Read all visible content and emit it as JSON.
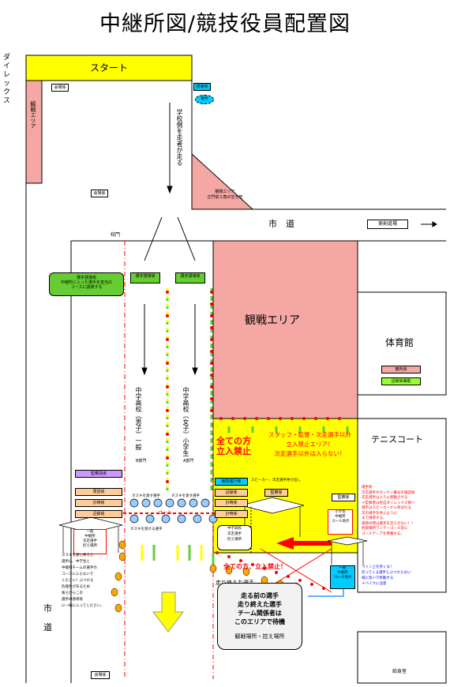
{
  "title": "中継所図/競技役員配置図",
  "side_label": "ダイレックス",
  "start": "スタート",
  "left_watch": "観戦エリア",
  "top_row": {
    "left_box": "会場係",
    "right_box": "誘導係",
    "oval": "審判"
  },
  "school_side_note": "学校側を走者が走る",
  "left_mid_box": "会場係",
  "triangle_label": "観戦エリア\n正門前三角の空き地",
  "city_road_top": "市　道",
  "right_top_box": "美剣道場",
  "school_gate": "校門",
  "runner_guide": "選手誘導係\n中継所に入った選手を担当の\nコースに誘導する",
  "guide_a": "選手誘導係",
  "guide_b": "選手誘導係",
  "main_watch": "観戦エリア",
  "gym": "体育館",
  "gym_box1": "審判係",
  "gym_box2": "記録係補助",
  "tennis": "テニスコート",
  "lane_left": "中学高校（男子）一般",
  "lane_right": "中学高校（女子）小学生",
  "lane_left_sub": "B部門",
  "lane_right_sub": "A部門",
  "noentry_big": "全ての方\n立入禁止",
  "yellow_note": "スタッフ・監督・次走選手以外\n立入禁止エリア！\n次走選手以外は入らない！",
  "left_boxes": [
    "監察員係",
    "周回係",
    "計時係",
    "記録係"
  ],
  "right_boxes": [
    "競技進行係",
    "記録係",
    "計時係",
    "計時係"
  ],
  "right_box_side": "監察係",
  "speaker_note": "スピーカー：次走選手呼び出し",
  "tasuki_left": "タスキを渡す選手",
  "tasuki_right": "タスキを渡す選手",
  "tasuki_recv": "タスキを受ける選手",
  "goal": "ゴール",
  "tent_left": "一般\n中継所\n次走選手\n控え場所",
  "tent_right": "中学高校\n次走選手\n控え場所",
  "right_red_box": "監察係",
  "right_red_tent": "小学生\n中継所\nゴール地点",
  "right_tent2": "一般\n中継所\nゴール地点",
  "noentry_small": "全ての方、立入禁止！",
  "finished": "走り終えた選手",
  "left_note": "タスキを渡し終えた\n選手は、中学生と\n中継所チームの選手の\nコースに入らないで\nください！ぶつかる\n危険性があるため\n後ろからこの\n選手の誘導係\nに一緒に入ってください。",
  "red_note": "選手係\n次走選手のゼッケン番号を確認後\n次走選手は入りに移動させる\n＊監察者は各自ダイレックス側へ\n選手はスピーカーから呼ばれる\n次の選手を呼ぶように\nまで誘導する。\n誘導の際は選手を走らせない！！\n各部場所ランナーゴール前に\nゴールテープを準備する。",
  "blue_note": "ライン上を歩くな！\n戻ってくる選手とぶつからない\n様に急いで移動する\n＊バイクに注意",
  "wait_area": "走る前の選手\n走り終えた選手\nチーム関係者は\nこのエリアで待機",
  "wait_area_sub": "観戦場所・控え場所",
  "city_road_left": "市\n\n道",
  "bottom_box": "会場係",
  "kitchen": "給食室",
  "colors": {
    "yellow": "#ffff00",
    "pink": "#f4a7a3",
    "green": "#66cc33",
    "cyan": "#00ccff",
    "red": "#ff0000",
    "lime": "#99ff33"
  }
}
